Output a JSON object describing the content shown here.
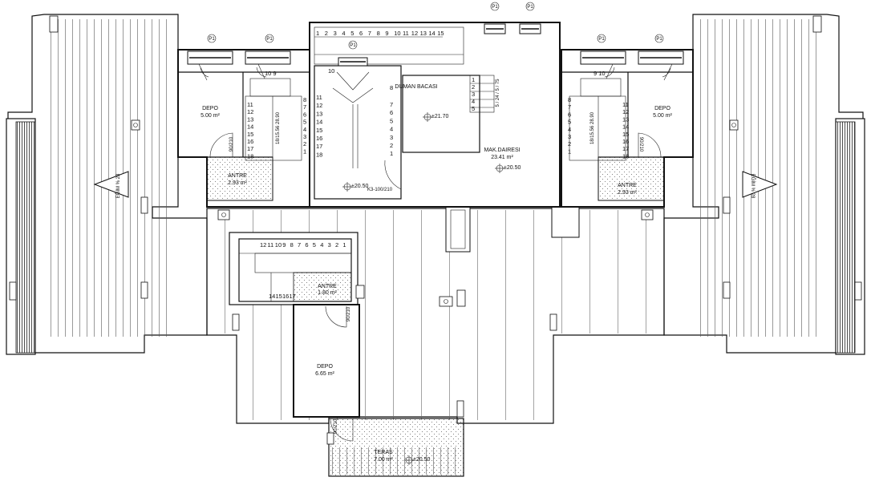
{
  "rooms": {
    "depo_left": {
      "name": "DEPO",
      "area": "5.00 m²"
    },
    "depo_right": {
      "name": "DEPO",
      "area": "5.00 m²"
    },
    "antre_left": {
      "name": "ANTRE",
      "area": "2.93 m²"
    },
    "antre_right": {
      "name": "ANTRE",
      "area": "2.93 m²"
    },
    "antre_center": {
      "name": "ANTRE",
      "area": "1.80 m²"
    },
    "depo_center": {
      "name": "DEPO",
      "area": "6.65 m²"
    },
    "teras": {
      "name": "TERAS",
      "area": "7.00 m²"
    },
    "mak_dairesi": {
      "name": "MAK.DAIRESI",
      "area": "23.41 m²"
    },
    "duman_bacasi": {
      "name": "DUMAN BACASI"
    }
  },
  "levels": {
    "l2170": "±21.70",
    "l2050_mak": "±20.50",
    "l2050_stair": "±20.50",
    "l2050_teras": "±20.50"
  },
  "slopes": {
    "left": "EĞİM % 28",
    "right": "EĞİM % 28"
  },
  "door_tags": {
    "left_depo": "90/210",
    "right_depo": "90/210",
    "stair_door": "K3-100/210",
    "center_depo": "90/210",
    "teras_door": "90/210"
  },
  "window_tag": "P1",
  "stair_notes": {
    "left": "18/15.56 28.90",
    "right": "18/15.56 28.90",
    "mak": "5 / 24 / 5 / 75"
  },
  "stairs": {
    "left_col": [
      "11",
      "12",
      "13",
      "14",
      "15",
      "16",
      "17",
      "18"
    ],
    "left_col2": [
      "8",
      "7",
      "6",
      "5",
      "4",
      "3",
      "2",
      "1"
    ],
    "left_top": "10 9",
    "right_col": [
      "8",
      "7",
      "6",
      "5",
      "4",
      "3",
      "2",
      "1"
    ],
    "right_col2": [
      "11",
      "12",
      "13",
      "14",
      "15",
      "16",
      "17",
      "18"
    ],
    "right_top": "9 10",
    "center_col": [
      "11",
      "12",
      "13",
      "14",
      "15",
      "16",
      "17",
      "18"
    ],
    "center_col2": [
      "7",
      "6",
      "5",
      "4",
      "3",
      "2",
      "1"
    ],
    "center_top_row": [
      "1",
      "2",
      "3",
      "4",
      "5",
      "6",
      "7",
      "8",
      "9",
      "10",
      "11",
      "12",
      "13",
      "14",
      "15"
    ],
    "center_ten": "10",
    "center_eight": "8",
    "mak_steps": [
      "1",
      "2",
      "3",
      "4",
      "5"
    ],
    "lower_top_row": [
      "12",
      "11",
      "10",
      "9",
      "8",
      "7",
      "6",
      "5",
      "4",
      "3",
      "2",
      "1"
    ],
    "lower_bottom_row": [
      "14",
      "15",
      "16",
      "17"
    ]
  }
}
